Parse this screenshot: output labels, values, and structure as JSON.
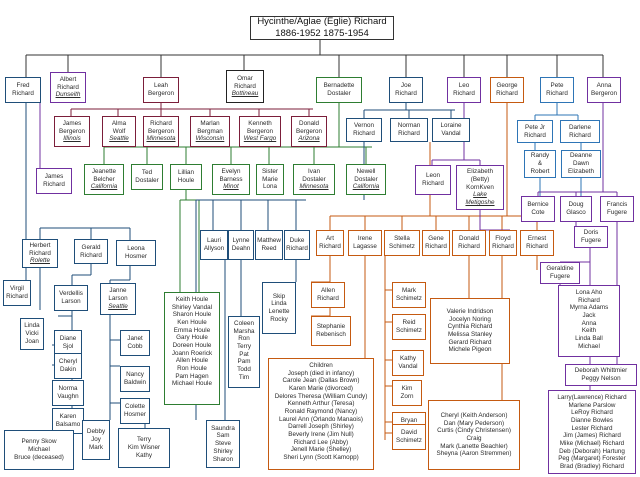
{
  "root": {
    "lines": [
      "Hycinthe/Aglae  (Eglie) Richard",
      "1886-1952      1875-1954"
    ]
  },
  "boxes": [
    {
      "id": "fred",
      "lines": [
        "Fred",
        "Richard"
      ],
      "color": "#1f4e79"
    },
    {
      "id": "albert",
      "lines": [
        "Albert",
        "Richard",
        "Dunseith"
      ],
      "underline": [
        2
      ],
      "color": "#7030a0"
    },
    {
      "id": "leah",
      "lines": [
        "Leah",
        "Bergeron"
      ],
      "color": "#7b1e3a"
    },
    {
      "id": "omar",
      "lines": [
        "Omar",
        "Richard",
        "Bottineau"
      ],
      "underline": [
        2
      ],
      "color": "#222222"
    },
    {
      "id": "bernadette",
      "lines": [
        "Bernadette",
        "Dostaler"
      ],
      "color": "#2e7d32"
    },
    {
      "id": "joe",
      "lines": [
        "Joe",
        "Richard"
      ],
      "color": "#1f4e79"
    },
    {
      "id": "leo",
      "lines": [
        "Leo",
        "Richard"
      ],
      "color": "#7030a0"
    },
    {
      "id": "george",
      "lines": [
        "George",
        "Richard"
      ],
      "color": "#c55a11"
    },
    {
      "id": "pete",
      "lines": [
        "Pete",
        "Richard"
      ],
      "color": "#2e75b6"
    },
    {
      "id": "anna",
      "lines": [
        "Anna",
        "Bergeron"
      ],
      "color": "#7030a0"
    },
    {
      "id": "james-bergeron",
      "lines": [
        "James",
        "Bergeron",
        "Illinois"
      ],
      "underline": [
        2
      ],
      "color": "#7b1e3a"
    },
    {
      "id": "alma-wolf",
      "lines": [
        "Alma",
        "Wolf",
        "Seattle"
      ],
      "underline": [
        2
      ],
      "color": "#7b1e3a"
    },
    {
      "id": "richard-bergeron",
      "lines": [
        "Richard",
        "Bergeron",
        "Minnesota"
      ],
      "underline": [
        2
      ],
      "color": "#7b1e3a"
    },
    {
      "id": "marlan-bergman",
      "lines": [
        "Marlan",
        "Bergman",
        "Wisconsin"
      ],
      "underline": [
        2
      ],
      "color": "#7b1e3a"
    },
    {
      "id": "kenneth-bergeron",
      "lines": [
        "Kenneth",
        "Bergeron",
        "West Fargo"
      ],
      "underline": [
        2
      ],
      "color": "#7b1e3a"
    },
    {
      "id": "donald-bergeron",
      "lines": [
        "Donald",
        "Bergeron",
        "Arizona"
      ],
      "underline": [
        2
      ],
      "color": "#7b1e3a"
    },
    {
      "id": "vernon",
      "lines": [
        "Vernon",
        "Richard"
      ],
      "color": "#1f4e79"
    },
    {
      "id": "norman",
      "lines": [
        "Norman",
        "Richard"
      ],
      "color": "#1f4e79"
    },
    {
      "id": "loraine",
      "lines": [
        "Loraine",
        "Vandal"
      ],
      "color": "#1f4e79"
    },
    {
      "id": "pete-jr",
      "lines": [
        "Pete Jr",
        "Richard"
      ],
      "color": "#2e75b6"
    },
    {
      "id": "darlene",
      "lines": [
        "Darlene",
        "Richard"
      ],
      "color": "#2e75b6"
    },
    {
      "id": "jeanette",
      "lines": [
        "Jeanette",
        "Belcher",
        "California"
      ],
      "underline": [
        2
      ],
      "color": "#2e7d32"
    },
    {
      "id": "ted",
      "lines": [
        "Ted",
        "Dostaler"
      ],
      "color": "#2e7d32"
    },
    {
      "id": "lillian",
      "lines": [
        "Lillian",
        "Houle"
      ],
      "color": "#2e7d32"
    },
    {
      "id": "evelyn",
      "lines": [
        "Evelyn",
        "Barness",
        "Minot"
      ],
      "underline": [
        2
      ],
      "color": "#2e7d32"
    },
    {
      "id": "sister-marie",
      "lines": [
        "Sister",
        "Marie",
        "Lona"
      ],
      "color": "#2e7d32"
    },
    {
      "id": "ivan",
      "lines": [
        "Ivan",
        "Dostaler",
        "Minnesota"
      ],
      "underline": [
        2
      ],
      "color": "#2e7d32"
    },
    {
      "id": "newell",
      "lines": [
        "Newell",
        "Dostaler",
        "California"
      ],
      "underline": [
        2
      ],
      "color": "#2e7d32"
    },
    {
      "id": "leon",
      "lines": [
        "Leon",
        "Richard"
      ],
      "color": "#7030a0"
    },
    {
      "id": "elizabeth",
      "lines": [
        "Elizabeth",
        "(Betty)",
        "KornKven",
        "Lake",
        "Metigoshe"
      ],
      "underline": [
        3,
        4
      ],
      "color": "#7030a0"
    },
    {
      "id": "randy",
      "lines": [
        "Randy",
        "&",
        "Robert"
      ],
      "color": "#2e75b6"
    },
    {
      "id": "deanne",
      "lines": [
        "Deanne",
        "Dawn",
        "Elizabeth"
      ],
      "color": "#2e75b6"
    },
    {
      "id": "james-richard",
      "lines": [
        "James",
        "Richard"
      ],
      "color": "#7030a0"
    },
    {
      "id": "bernice",
      "lines": [
        "Bernice",
        "Cote"
      ],
      "color": "#7030a0"
    },
    {
      "id": "doug",
      "lines": [
        "Doug",
        "Glasco"
      ],
      "color": "#7030a0"
    },
    {
      "id": "francis",
      "lines": [
        "Francis",
        "Fugere"
      ],
      "color": "#7030a0"
    },
    {
      "id": "lauri",
      "lines": [
        "Lauri",
        "Allyson"
      ],
      "color": "#1f4e79"
    },
    {
      "id": "lynne",
      "lines": [
        "Lynne",
        "Deahn"
      ],
      "color": "#1f4e79"
    },
    {
      "id": "matthew",
      "lines": [
        "Matthew",
        "Reed"
      ],
      "color": "#1f4e79"
    },
    {
      "id": "duke",
      "lines": [
        "Duke",
        "Richard"
      ],
      "color": "#1f4e79"
    },
    {
      "id": "art",
      "lines": [
        "Art",
        "Richard"
      ],
      "color": "#c55a11"
    },
    {
      "id": "irene",
      "lines": [
        "Irene",
        "Lagasse"
      ],
      "color": "#c55a11"
    },
    {
      "id": "stella",
      "lines": [
        "Stella",
        "Schimetz"
      ],
      "color": "#c55a11"
    },
    {
      "id": "gene",
      "lines": [
        "Gene",
        "Richard"
      ],
      "color": "#c55a11"
    },
    {
      "id": "donald-richard",
      "lines": [
        "Donald",
        "Richard"
      ],
      "color": "#c55a11"
    },
    {
      "id": "floyd",
      "lines": [
        "Floyd",
        "Richard"
      ],
      "color": "#c55a11"
    },
    {
      "id": "ernest",
      "lines": [
        "Ernest",
        "Richard"
      ],
      "color": "#c55a11"
    },
    {
      "id": "doris",
      "lines": [
        "Doris",
        "Fugere"
      ],
      "color": "#7030a0"
    },
    {
      "id": "geraldine",
      "lines": [
        "Geraldine",
        "Fugere"
      ],
      "color": "#7030a0"
    },
    {
      "id": "herbert",
      "lines": [
        "Herbert",
        "Richard",
        "Rolette"
      ],
      "underline": [
        2
      ],
      "color": "#1f4e79"
    },
    {
      "id": "gerald",
      "lines": [
        "Gerald",
        "Richard"
      ],
      "color": "#1f4e79"
    },
    {
      "id": "leona",
      "lines": [
        "Leona",
        "Hosmer"
      ],
      "color": "#1f4e79"
    },
    {
      "id": "virgil",
      "lines": [
        "Virgil",
        "Richard"
      ],
      "color": "#1f4e79"
    },
    {
      "id": "verdellis",
      "lines": [
        "Verdellis",
        "Larson"
      ],
      "color": "#1f4e79"
    },
    {
      "id": "janne",
      "lines": [
        "Janne",
        "Larson",
        "Seattle"
      ],
      "underline": [
        2
      ],
      "color": "#1f4e79"
    },
    {
      "id": "linda-vicki-joan",
      "lines": [
        "Linda",
        "Vicki",
        "Joan"
      ],
      "color": "#1f4e79"
    },
    {
      "id": "diane",
      "lines": [
        "Diane",
        "Sjol"
      ],
      "color": "#1f4e79"
    },
    {
      "id": "janet",
      "lines": [
        "Janet",
        "Cobb"
      ],
      "color": "#1f4e79"
    },
    {
      "id": "cheryl-dakin",
      "lines": [
        "Cheryl",
        "Dakin"
      ],
      "color": "#1f4e79"
    },
    {
      "id": "nancy",
      "lines": [
        "Nancy",
        "Baldwin"
      ],
      "color": "#1f4e79"
    },
    {
      "id": "norma",
      "lines": [
        "Norma",
        "Vaughn"
      ],
      "color": "#1f4e79"
    },
    {
      "id": "colette",
      "lines": [
        "Colette",
        "Hosmer"
      ],
      "color": "#1f4e79"
    },
    {
      "id": "karen",
      "lines": [
        "Karen",
        "Balsamo"
      ],
      "color": "#1f4e79"
    },
    {
      "id": "penny",
      "lines": [
        "Penny Skow",
        "Michael",
        "Bruce (deceased)"
      ],
      "color": "#1f4e79"
    },
    {
      "id": "debby",
      "lines": [
        "Debby",
        "Joy",
        "Mark"
      ],
      "color": "#1f4e79"
    },
    {
      "id": "terry-kim",
      "lines": [
        "Terry",
        "Kim Wisner",
        "Kathy"
      ],
      "color": "#1f4e79"
    },
    {
      "id": "houle-list",
      "lines": [
        "Keith Houle",
        "Shirley Vandal",
        "Sharon Houle",
        "Ken Houle",
        "Emma Houle",
        "Gary Houle",
        "Doreen Houle",
        "Joann Roerick",
        "Allen Houle",
        "Ron Houle",
        "Pam Hagen",
        "Michael Houle"
      ],
      "color": "#2e7d32"
    },
    {
      "id": "saundra",
      "lines": [
        "Saundra",
        "Sam",
        "Steve",
        "Shirley",
        "Sharon"
      ],
      "color": "#1f4e79"
    },
    {
      "id": "coleen",
      "lines": [
        "Coleen",
        "Marsha",
        "Ron",
        "Terry",
        "Pat",
        "Pam",
        "Todd",
        "Tim"
      ],
      "color": "#1f4e79"
    },
    {
      "id": "skip",
      "lines": [
        "Skip",
        "Linda",
        "Lenette",
        "Rocky"
      ],
      "color": "#1f4e79"
    },
    {
      "id": "allen-richard",
      "lines": [
        "Allen",
        "Richard"
      ],
      "color": "#c55a11"
    },
    {
      "id": "stephanie",
      "lines": [
        "Stephanie",
        "Rebenisch"
      ],
      "color": "#c55a11"
    },
    {
      "id": "mark-schimetz",
      "lines": [
        "Mark",
        "Schimetz"
      ],
      "color": "#c55a11"
    },
    {
      "id": "reid-schimetz",
      "lines": [
        "Reid",
        "Schimetz"
      ],
      "color": "#c55a11"
    },
    {
      "id": "kathy-vandal",
      "lines": [
        "Kathy",
        "Vandal"
      ],
      "color": "#c55a11"
    },
    {
      "id": "kim-zorn",
      "lines": [
        "Kim",
        "Zorn"
      ],
      "color": "#c55a11"
    },
    {
      "id": "bryan-schimetz",
      "lines": [
        "Bryan",
        "Schimetz"
      ],
      "color": "#c55a11"
    },
    {
      "id": "david-schimetz",
      "lines": [
        "David",
        "Schimetz"
      ],
      "color": "#c55a11"
    },
    {
      "id": "valerie",
      "lines": [
        "Valerie Indridson",
        "Jocelyn Noring",
        "Cynthia Richard",
        "Melissa Stanley",
        "Gerard Richard",
        "Michele Pigeon"
      ],
      "color": "#c55a11"
    },
    {
      "id": "children",
      "lines": [
        "Children",
        "Joseph (died in infancy)",
        "Carole Jean (Dallas Brown)",
        "Karen Marie  (divorced)",
        "Delores Theresa (William Cundy)",
        "Kenneth Arthur (Teresa)",
        "Ronald Raymond (Nancy)",
        "Laurel Ann (Orlando Manaois)",
        "Darrell Joseph (Shirley)",
        "Beverly Irene (Jim Null)",
        "Richard Lee (Abby)",
        "Jenell Marie (Shelley)",
        "Sheri Lynn (Scott Kamopp)"
      ],
      "color": "#c55a11"
    },
    {
      "id": "cheryl-list",
      "lines": [
        "Cheryl (Keith Anderson)",
        "Dan (Mary Pederson)",
        "Curtis (Cindy Christensen)",
        "Craig",
        "Mark (Lanette Beachler)",
        "Sheyna (Aaron Stremmen)"
      ],
      "color": "#c55a11"
    },
    {
      "id": "lona-list",
      "lines": [
        "Lona Aho",
        "Richard",
        "Myrna Adams",
        "Jack",
        "Anna",
        "Keith",
        "Linda Ball",
        "Michael"
      ],
      "color": "#7030a0"
    },
    {
      "id": "deborah",
      "lines": [
        "Deborah Whittmier",
        "Peggy Nelson"
      ],
      "color": "#7030a0"
    },
    {
      "id": "larry-list",
      "lines": [
        "Larry(Lawrence) Richard",
        "Marlene Parslow",
        "LeRoy Richard",
        "Dianne Bowles",
        "Lester Richard",
        "Jim (James) Richard",
        "Mike (Michael) Richard",
        "Deb (Deborah) Hartung",
        "Peg (Margaret) Forester",
        "Brad (Bradley) Richard"
      ],
      "color": "#7030a0"
    }
  ]
}
